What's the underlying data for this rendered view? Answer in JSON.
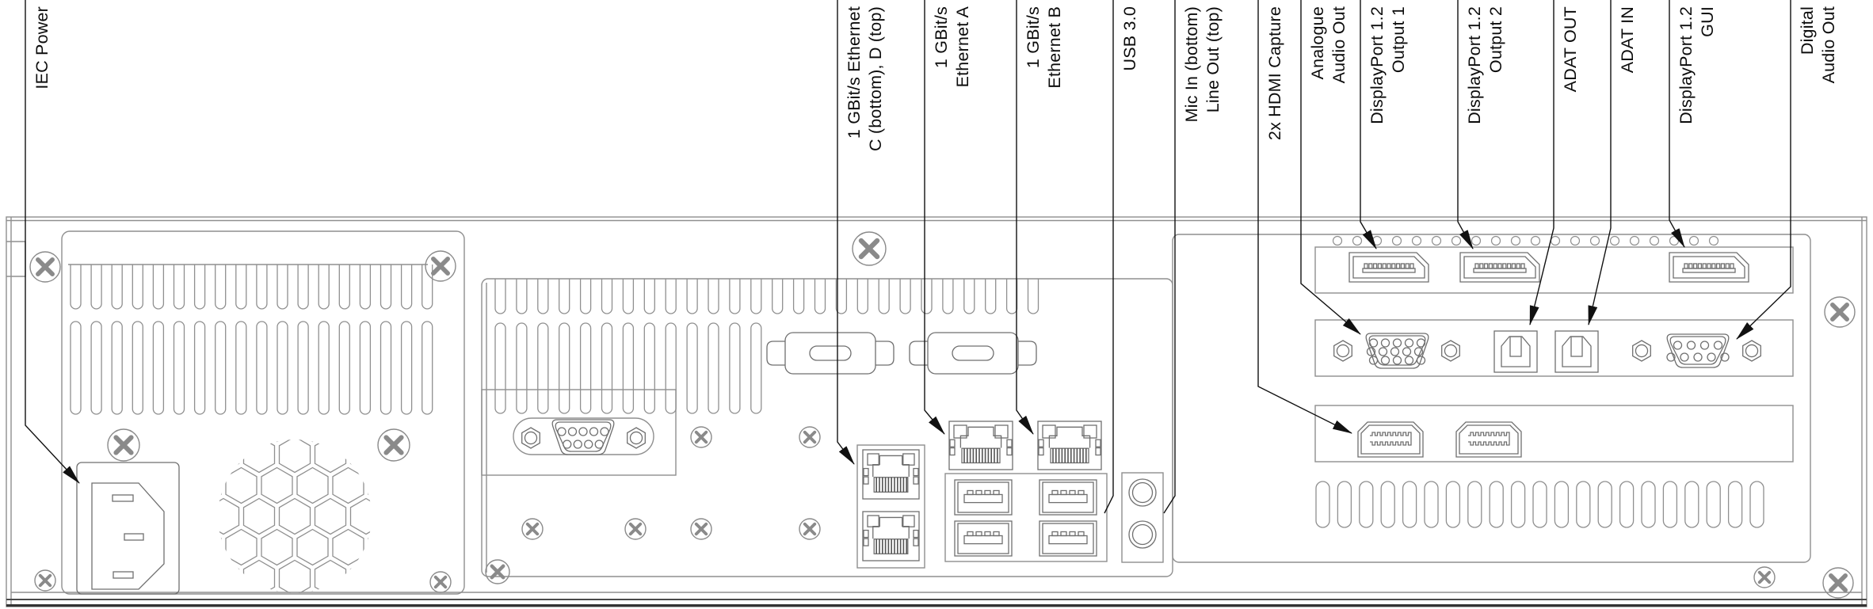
{
  "figure": {
    "kind": "hardware rear-panel port diagram",
    "background": "#ffffff"
  },
  "colors": {
    "chassis_line": "#8f8f8f",
    "connector_line": "#6f6f6f",
    "callout_line": "#111111",
    "label_text": "#0c0c0c",
    "base_dark": "#333333"
  },
  "labels": [
    {
      "id": "iec-power",
      "lines": [
        "IEC Power"
      ]
    },
    {
      "id": "ethernet-c-d",
      "lines": [
        "1 GBit/s Ethernet",
        "C (bottom), D (top)"
      ]
    },
    {
      "id": "ethernet-a",
      "lines": [
        "1 GBit/s",
        "Ethernet A"
      ]
    },
    {
      "id": "ethernet-b",
      "lines": [
        "1 GBit/s",
        "Ethernet B"
      ]
    },
    {
      "id": "usb-3-0",
      "lines": [
        "USB 3.0"
      ]
    },
    {
      "id": "mic-in-line-out",
      "lines": [
        "Mic In (bottom)",
        "Line Out (top)"
      ]
    },
    {
      "id": "hdmi-capture",
      "lines": [
        "2x HDMI Capture"
      ]
    },
    {
      "id": "analogue-audio-out",
      "lines": [
        "Analogue",
        "Audio Out"
      ]
    },
    {
      "id": "displayport-output-1",
      "lines": [
        "DisplayPort 1.2",
        "Output 1"
      ]
    },
    {
      "id": "displayport-output-2",
      "lines": [
        "DisplayPort 1.2",
        "Output 2"
      ]
    },
    {
      "id": "adat-out",
      "lines": [
        "ADAT OUT"
      ]
    },
    {
      "id": "adat-in",
      "lines": [
        "ADAT IN"
      ]
    },
    {
      "id": "displayport-gui",
      "lines": [
        "DisplayPort 1.2",
        "GUI"
      ]
    },
    {
      "id": "digital-audio-out",
      "lines": [
        "Digital",
        "Audio Out"
      ]
    }
  ],
  "connectors": [
    {
      "icon": "iec-c14-inlet-icon",
      "count": 1
    },
    {
      "icon": "fan-grille-icon",
      "count": 1
    },
    {
      "icon": "rj45-port-icon",
      "count": 4
    },
    {
      "icon": "usb-a-port-icon",
      "count": 4
    },
    {
      "icon": "audio-jack-icon",
      "count": 2
    },
    {
      "icon": "db9-serial-port-icon",
      "count": 1
    },
    {
      "icon": "displayport-icon",
      "count": 3
    },
    {
      "icon": "vga-de15-port-icon",
      "count": 1
    },
    {
      "icon": "toslink-port-icon",
      "count": 2
    },
    {
      "icon": "db9-audio-port-icon",
      "count": 1
    },
    {
      "icon": "hdmi-port-icon",
      "count": 2
    },
    {
      "icon": "blank-cutout-icon",
      "count": 2
    },
    {
      "icon": "screw-icon",
      "count": 17
    }
  ]
}
